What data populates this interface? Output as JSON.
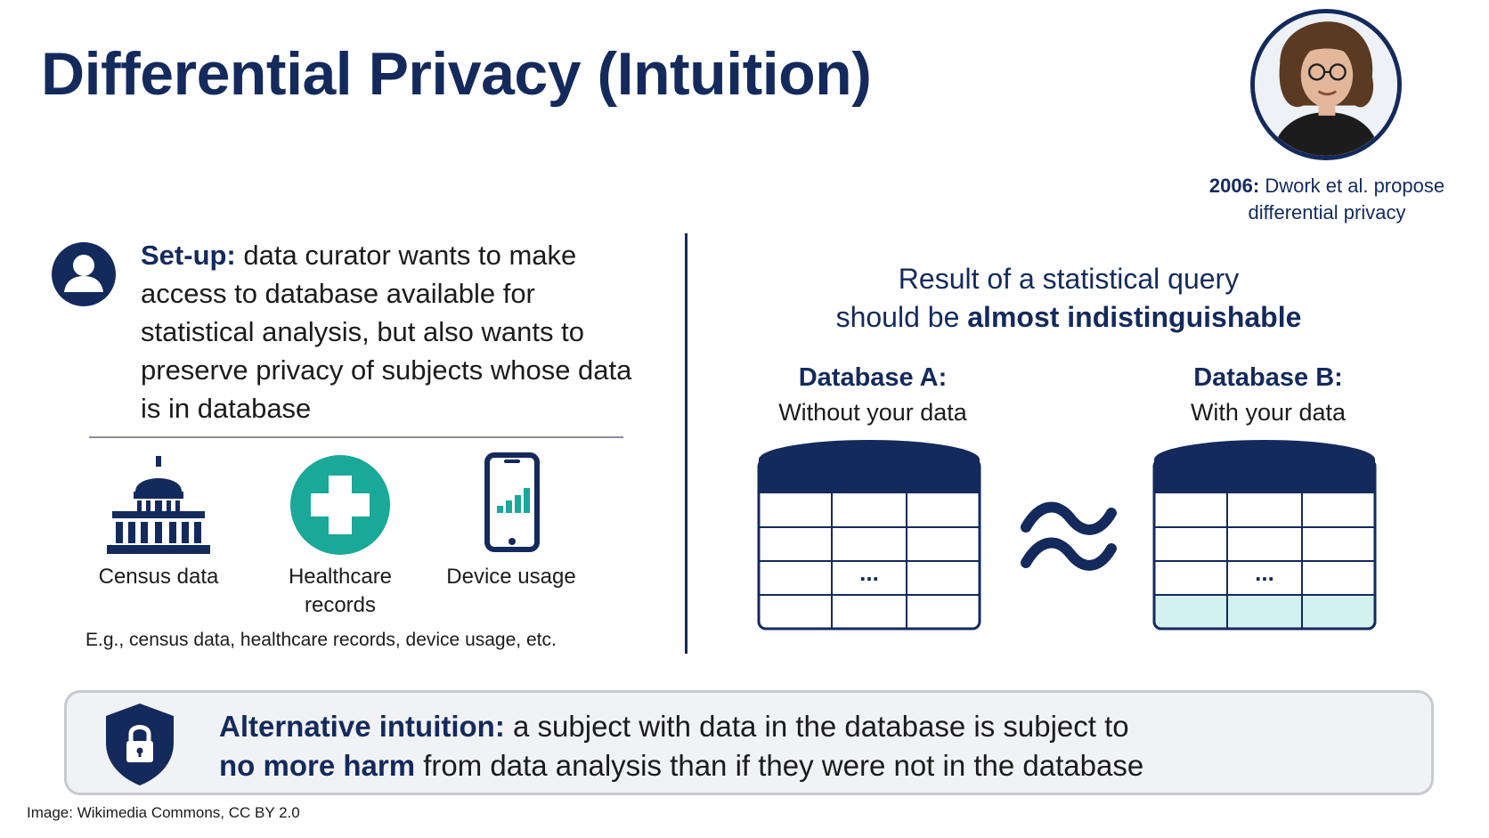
{
  "slide": {
    "title": "Differential Privacy (Intuition)"
  },
  "portrait": {
    "icon": "portrait-photo",
    "caption_bold": "2006:",
    "caption_line1_rest": " Dwork et al. propose",
    "caption_line2": "differential privacy"
  },
  "setup": {
    "icon": "user-icon",
    "lead": "Set-up:",
    "text": " data curator wants to make access to database available for statistical analysis, but also wants to preserve privacy of subjects whose data is in database"
  },
  "categories": [
    {
      "icon": "capitol-building-icon",
      "label": "Census data"
    },
    {
      "icon": "medical-cross-icon",
      "label": "Healthcare records"
    },
    {
      "icon": "smartphone-chart-icon",
      "label": "Device usage"
    }
  ],
  "example_text": "E.g., census data, healthcare records, device usage, etc.",
  "result": {
    "line1": "Result of a statistical query",
    "line2_plain": "should be ",
    "line2_bold": "almost indistinguishable"
  },
  "databases": [
    {
      "title": "Database A:",
      "subtitle": "Without your data",
      "ellipsis": "...",
      "highlight_row": false
    },
    {
      "title": "Database B:",
      "subtitle": "With your data",
      "ellipsis": "...",
      "highlight_row": true
    }
  ],
  "approx_symbol": "≈",
  "alternative": {
    "icon": "lock-shield-icon",
    "lead": "Alternative intuition:",
    "line1_rest": "  a subject with data in the database is subject to",
    "harm_bold": "no more harm",
    "line2_rest": " from data analysis than if they were not in the database"
  },
  "credit": "Image: Wikimedia Commons, CC BY 2.0",
  "colors": {
    "navy": "#142a5c",
    "teal": "#1aa898",
    "highlight": "#d3f1ee",
    "box_bg": "#f1f2f5"
  }
}
